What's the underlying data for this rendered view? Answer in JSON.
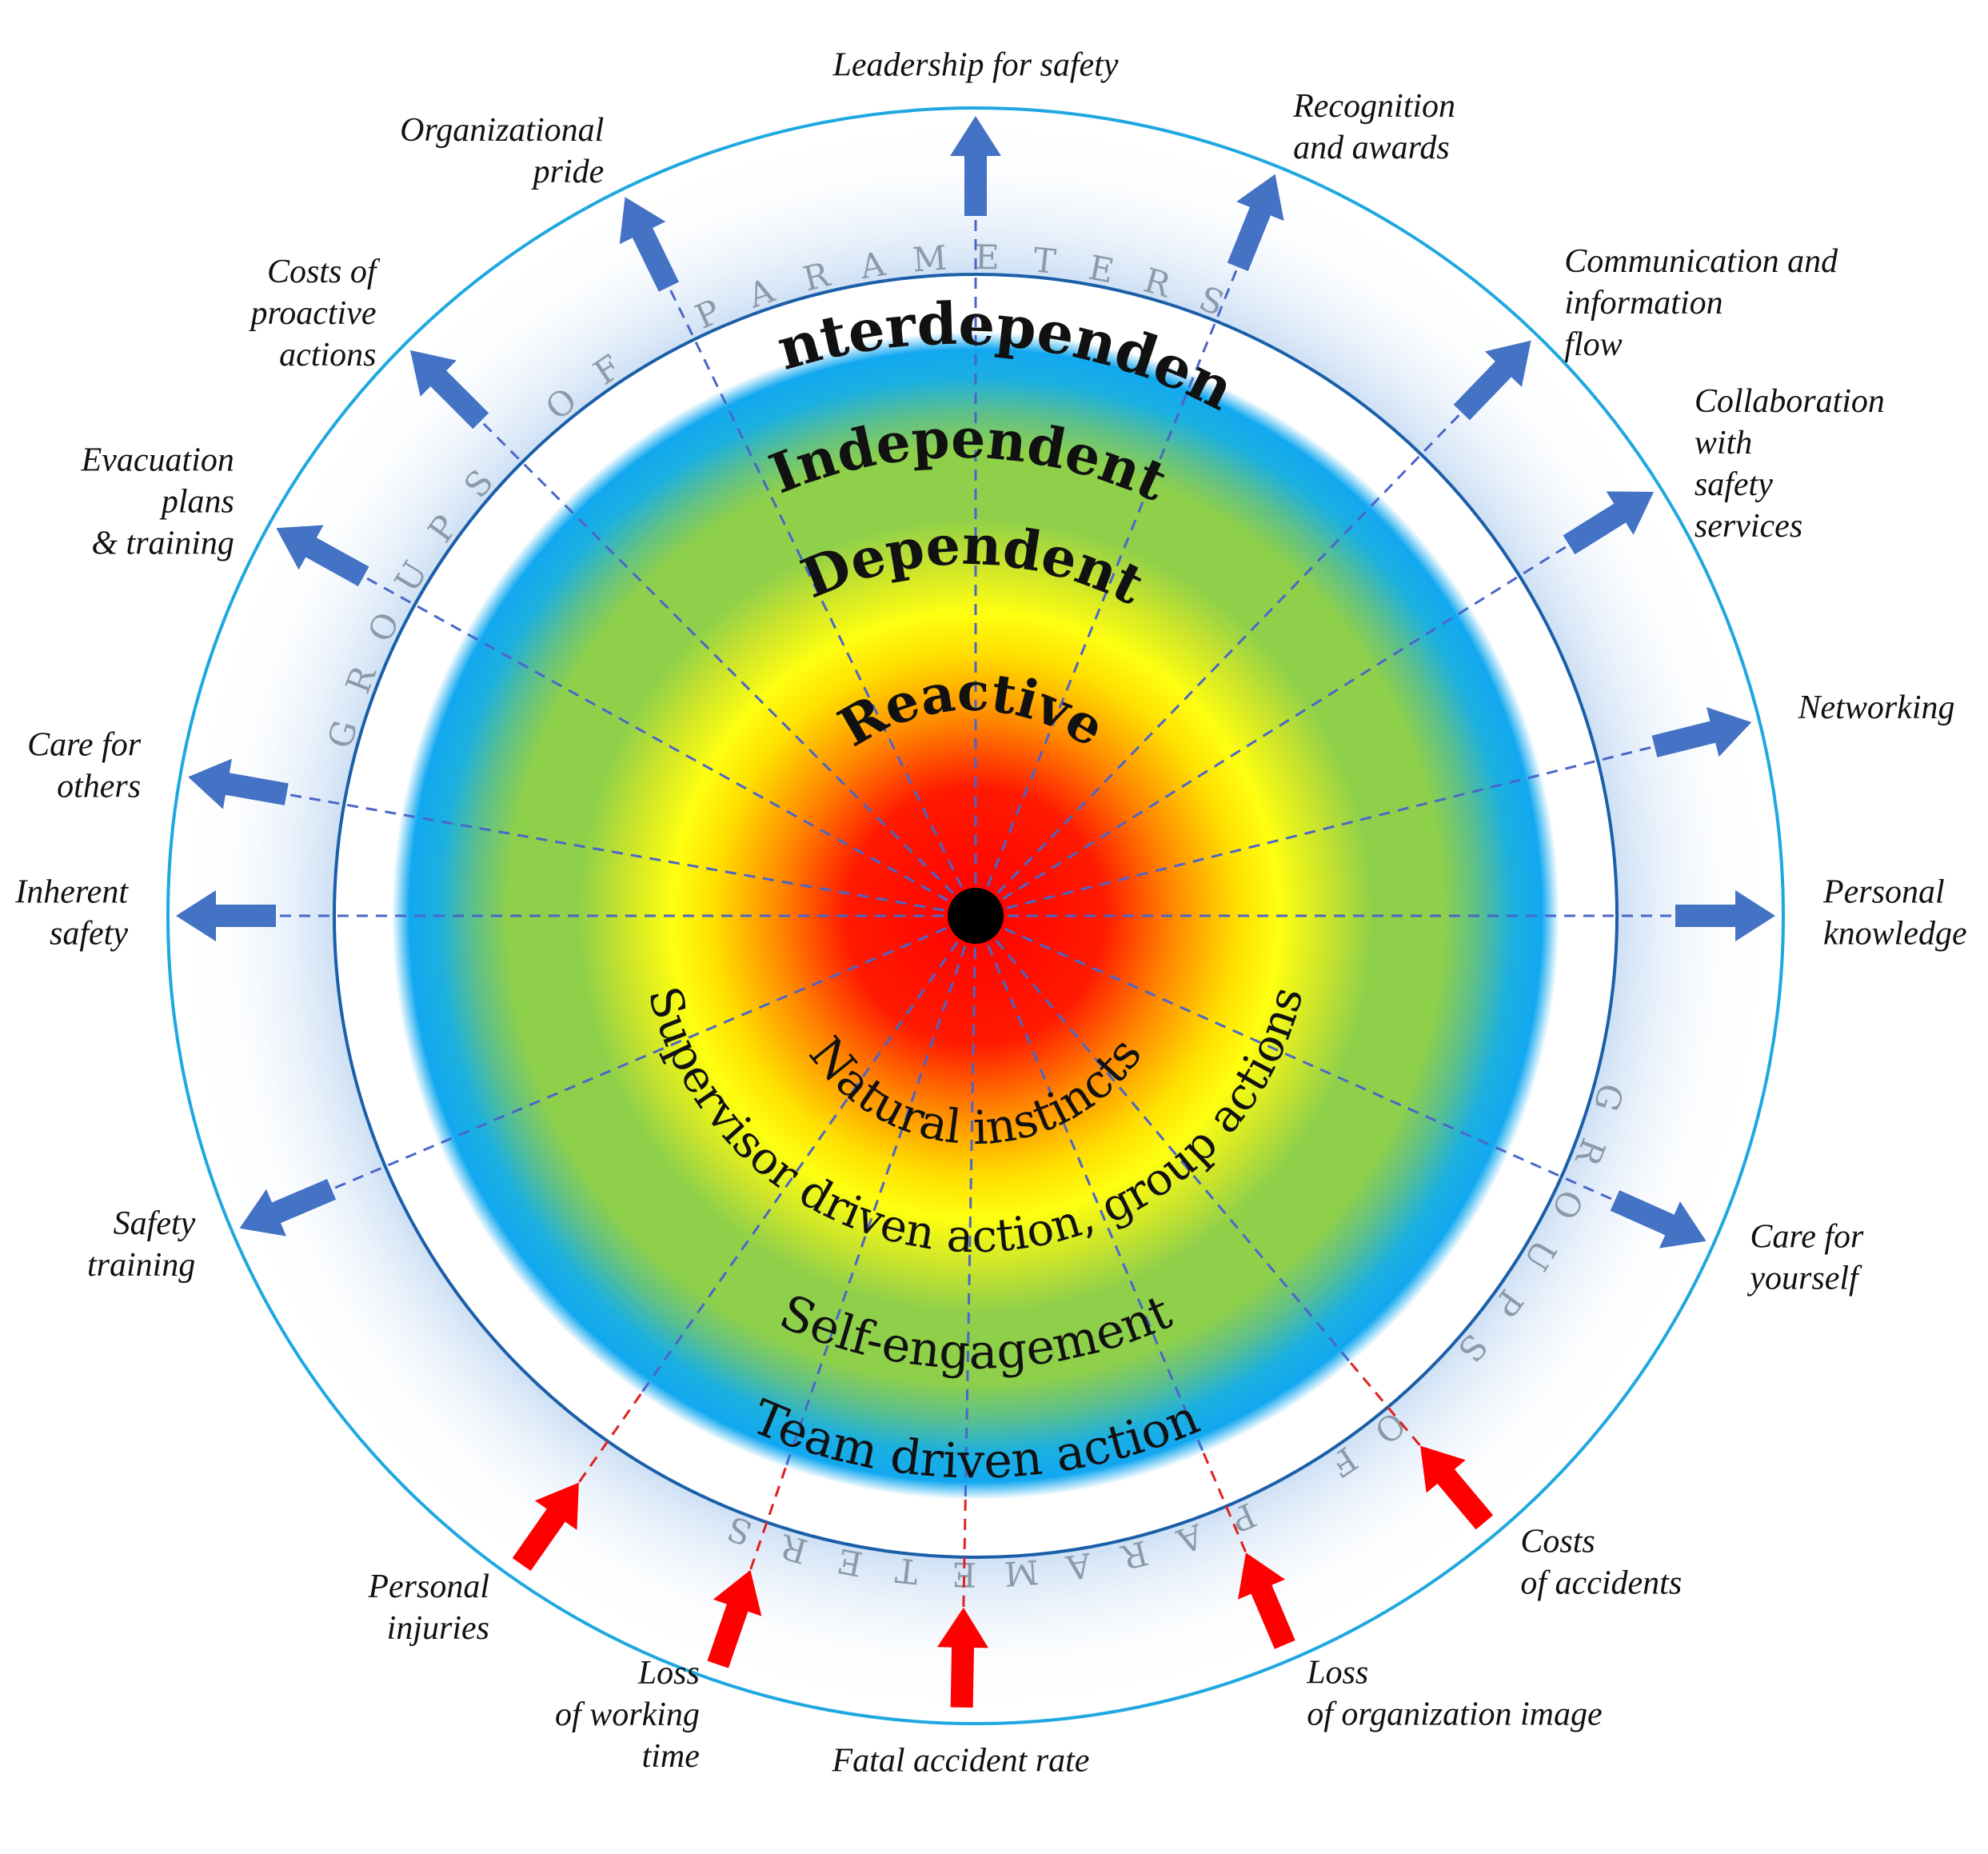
{
  "stages": [
    "Interdependent",
    "Independent",
    "Dependent",
    "Reactive"
  ],
  "behaviors": [
    "Natural instincts",
    "Supervisor driven action, group actions",
    "Self-engagement",
    "Team driven action"
  ],
  "ring_text": "GROUPS OF PARAMETERS",
  "colors": {
    "positive_arrow": "#4472c4",
    "negative_arrow": "#ff0000",
    "outer_circle": "#1fa8e0",
    "inner_circle": "#1a5fa8",
    "dashed_blue": "#4a66c9",
    "dashed_red": "#e02020",
    "center": "#000000"
  },
  "positive_parameters": [
    {
      "lines": [
        "Leadership for safety"
      ],
      "angle": -90
    },
    {
      "lines": [
        "Recognition",
        "and awards"
      ],
      "angle": -68
    },
    {
      "lines": [
        "Communication and",
        "information",
        "flow"
      ],
      "angle": -46
    },
    {
      "lines": [
        "Collaboration",
        "with",
        "safety",
        "services"
      ],
      "angle": -32
    },
    {
      "lines": [
        "Networking"
      ],
      "angle": -14
    },
    {
      "lines": [
        "Personal",
        "knowledge"
      ],
      "angle": 0
    },
    {
      "lines": [
        "Care for",
        "yourself"
      ],
      "angle": 24
    },
    {
      "lines": [
        "Safety",
        "training"
      ],
      "angle": 157
    },
    {
      "lines": [
        "Inherent",
        "safety"
      ],
      "angle": 180
    },
    {
      "lines": [
        "Care for",
        "others"
      ],
      "angle": 190
    },
    {
      "lines": [
        "Evacuation",
        "plans",
        "& training"
      ],
      "angle": 209
    },
    {
      "lines": [
        "Costs of",
        "proactive",
        "actions"
      ],
      "angle": 225
    },
    {
      "lines": [
        "Organizational",
        "pride"
      ],
      "angle": 244
    }
  ],
  "negative_parameters": [
    {
      "lines": [
        "Costs",
        "of accidents"
      ],
      "angle": 50
    },
    {
      "lines": [
        "Loss",
        "of organization image"
      ],
      "angle": 67
    },
    {
      "lines": [
        "Fatal accident rate"
      ],
      "angle": 91
    },
    {
      "lines": [
        "Loss",
        "of working",
        "time"
      ],
      "angle": 109
    },
    {
      "lines": [
        "Personal",
        "injuries"
      ],
      "angle": 125
    }
  ]
}
